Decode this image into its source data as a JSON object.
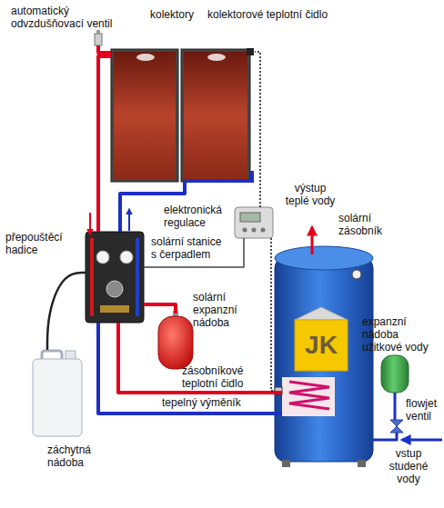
{
  "diagram": {
    "nodes": [
      {
        "text": [
          "automatický odvzdušňovací ventil"
        ]
      },
      {
        "text": [
          "kolektory"
        ]
      },
      {
        "text": [
          "kolektorové teplotní čidlo"
        ]
      },
      {
        "text": [
          "elektronická regulace"
        ]
      },
      {
        "text": [
          "solární stanice s čerpadlem"
        ]
      },
      {
        "text": [
          "solární expanzní nádoba"
        ]
      },
      {
        "text": [
          "solární zásobník"
        ]
      },
      {
        "text": [
          "zásobníkové teplotní čidlo"
        ],
        "in": 6
      },
      {
        "text": [
          "tepelný výměník"
        ],
        "in": 6
      },
      {
        "text": [
          "expanzní nádoba užitkové vody"
        ]
      },
      {
        "text": [
          "flowjet ventil"
        ]
      },
      {
        "text": [
          "záchytná nádoba"
        ]
      }
    ],
    "edges": [
      {
        "from": 0,
        "to": 1,
        "arrow": "none"
      },
      {
        "from": 1,
        "to": 4,
        "arrow": "none"
      },
      {
        "from": 4,
        "to": 1,
        "arrow": "none"
      },
      {
        "from": 4,
        "to": 8,
        "arrow": "none"
      },
      {
        "from": 8,
        "to": 4,
        "arrow": "none"
      },
      {
        "from": 4,
        "to": 5,
        "arrow": "none"
      },
      {
        "from": 4,
        "to": 11,
        "label": "přepouštěcí hadice",
        "arrow": "none"
      },
      {
        "from": 3,
        "to": 2,
        "arrow": "none"
      },
      {
        "from": 3,
        "to": 4,
        "arrow": "none"
      },
      {
        "from": 3,
        "to": 7,
        "arrow": "none"
      },
      {
        "from": 9,
        "to": 10,
        "arrow": "none"
      },
      {
        "from": 10,
        "to": 6,
        "arrow": "none"
      }
    ],
    "labels": [
      "výstup teplé vody",
      "JK",
      "vstup studené vody"
    ]
  }
}
